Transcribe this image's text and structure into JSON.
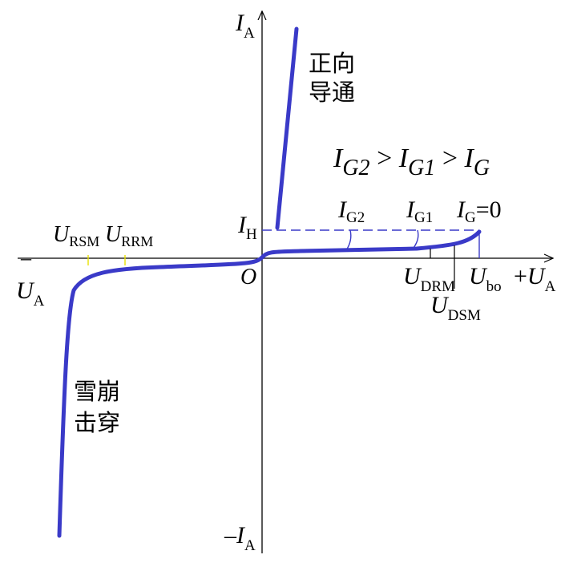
{
  "axes": {
    "y_pos": {
      "main": "I",
      "sub": "A"
    },
    "y_neg": {
      "minus": "–",
      "main": "I",
      "sub": "A"
    },
    "x_pos": {
      "plus": "+",
      "main": "U",
      "sub": "A"
    },
    "x_neg": {
      "minus": "–",
      "main": "U",
      "sub": "A"
    },
    "origin": "O"
  },
  "labels": {
    "forward_line1": "正向",
    "forward_line2": "导通",
    "avalanche_line1": "雪崩",
    "avalanche_line2": "击穿",
    "relation": {
      "i1": "I",
      "s1": "G2",
      "op1": " > ",
      "i2": "I",
      "s2": "G1",
      "op2": " > ",
      "i3": "I",
      "s3": "G"
    },
    "ig2": {
      "main": "I",
      "sub": "G2"
    },
    "ig1": {
      "main": "I",
      "sub": "G1"
    },
    "ig0": {
      "main": "I",
      "sub": "G",
      "tail": "=0"
    },
    "ih": {
      "main": "I",
      "sub": "H"
    },
    "ursm": {
      "main": "U",
      "sub": "RSM"
    },
    "urrm": {
      "main": "U",
      "sub": "RRM"
    },
    "udrm": {
      "main": "U",
      "sub": "DRM"
    },
    "udsm": {
      "main": "U",
      "sub": "DSM"
    },
    "ubo": {
      "main": "U",
      "sub": "bo"
    }
  },
  "colors": {
    "curve": "#3a3ac8",
    "axis": "#000000",
    "tick_yellow": "#e8e000"
  }
}
